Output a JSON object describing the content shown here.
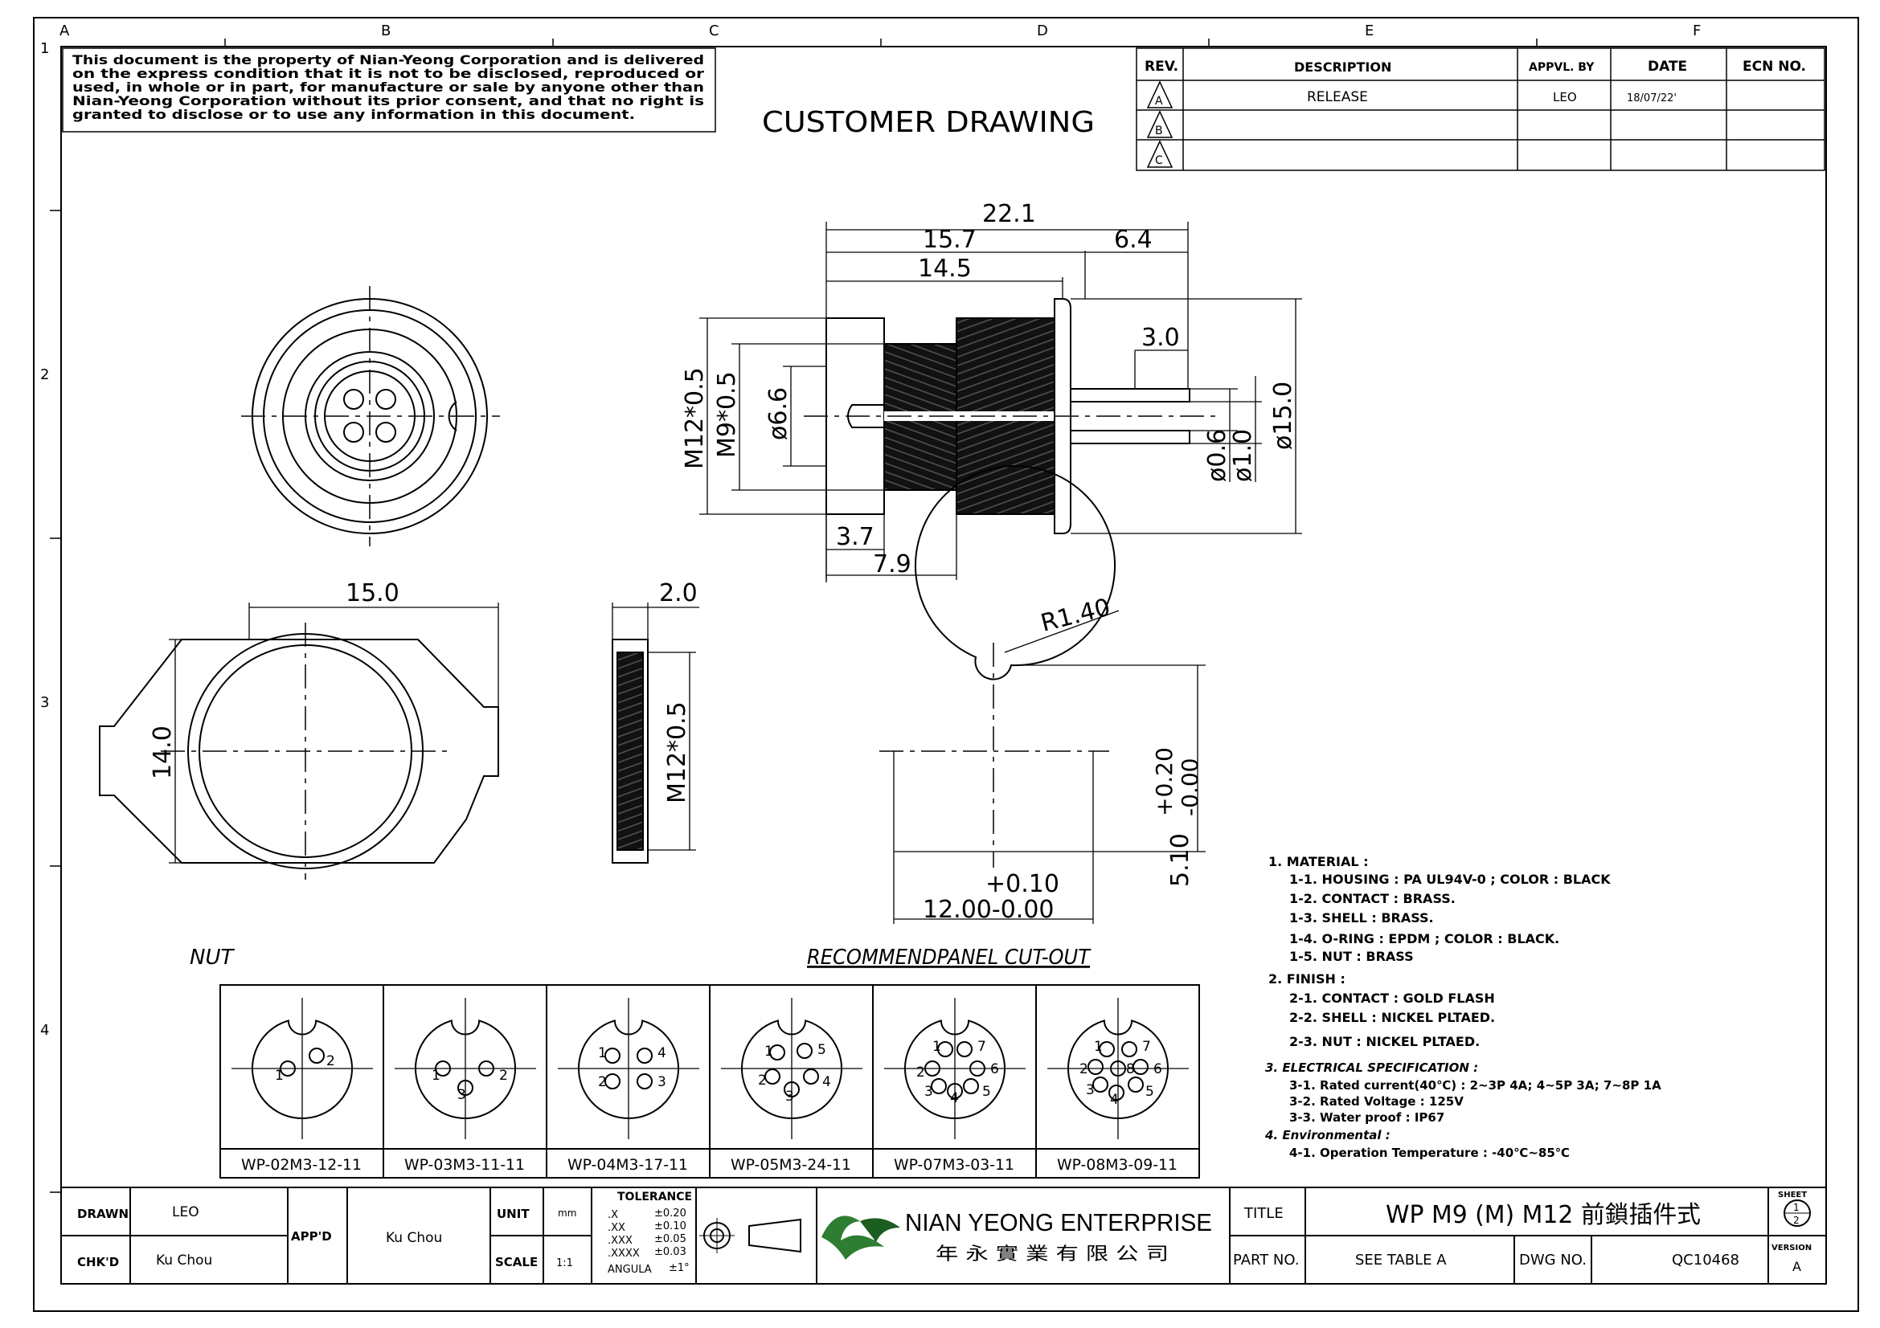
{
  "border": {
    "columns": [
      "A",
      "B",
      "C",
      "D",
      "E",
      "F"
    ],
    "rows": [
      "1",
      "2",
      "3",
      "4"
    ]
  },
  "notice": {
    "lines": [
      "This document is the property of Nian-Yeong Corporation and is delivered",
      "on  the   express condition that it is not to be disclosed, reproduced or",
      "used, in whole or in part, for manufacture or sale by anyone other than",
      "Nian-Yeong Corporation without  its prior consent, and that  no right  is",
      "granted to disclose or to use any information in this  document."
    ]
  },
  "drawing_title": "CUSTOMER  DRAWING",
  "revision_table": {
    "headers": [
      "REV.",
      "DESCRIPTION",
      "APPVL. BY",
      "DATE",
      "ECN NO."
    ],
    "rows": [
      {
        "rev": "A",
        "description": "RELEASE",
        "appvl": "LEO",
        "date": "18/07/22'",
        "ecn": ""
      },
      {
        "rev": "B",
        "description": "",
        "appvl": "",
        "date": "",
        "ecn": ""
      },
      {
        "rev": "C",
        "description": "",
        "appvl": "",
        "date": "",
        "ecn": ""
      }
    ]
  },
  "dimensions": {
    "side": {
      "d1": "22.1",
      "d2": "15.7",
      "d3": "6.4",
      "d4": "14.5",
      "d5": "3.0",
      "m12": "M12*0.5",
      "m9": "M9*0.5",
      "d66": "ø6.6",
      "d150": "ø15.0",
      "d06": "ø0.6",
      "d10": "ø1.0",
      "d37": "3.7",
      "d79": "7.9"
    },
    "nut": {
      "width": "15.0",
      "height": "14.0",
      "thick": "2.0",
      "thread": "M12*0.5"
    },
    "cutout": {
      "radius": "R1.40",
      "dia_tol": "+0.10",
      "dia": "12.00-0.00",
      "flat": "5.10",
      "flat_tol_plus": "+0.20",
      "flat_tol_minus": "-0.00"
    }
  },
  "labels": {
    "nut": "NUT",
    "cutout": "RECOMMENDPANEL CUT-OUT"
  },
  "pin_table": [
    {
      "part": "WP-02M3-12-11",
      "pins": [
        "1",
        "2"
      ]
    },
    {
      "part": "WP-03M3-11-11",
      "pins": [
        "1",
        "2",
        "3"
      ]
    },
    {
      "part": "WP-04M3-17-11",
      "pins": [
        "1",
        "2",
        "3",
        "4"
      ]
    },
    {
      "part": "WP-05M3-24-11",
      "pins": [
        "1",
        "2",
        "3",
        "4",
        "5"
      ]
    },
    {
      "part": "WP-07M3-03-11",
      "pins": [
        "1",
        "2",
        "3",
        "4",
        "5",
        "6",
        "7"
      ]
    },
    {
      "part": "WP-08M3-09-11",
      "pins": [
        "1",
        "2",
        "3",
        "4",
        "5",
        "6",
        "7",
        "8"
      ]
    }
  ],
  "notes": [
    "1. MATERIAL :",
    "1-1. HOUSING : PA UL94V-0 ; COLOR : BLACK",
    "1-2. CONTACT : BRASS.",
    "1-3. SHELL    : BRASS.",
    "1-4. O-RING : EPDM ; COLOR : BLACK.",
    "1-5. NUT : BRASS",
    "2. FINISH :",
    "2-1. CONTACT : GOLD FLASH",
    "2-2. SHELL   : NICKEL PLTAED.",
    "2-3. NUT : NICKEL PLTAED.",
    "3. ELECTRICAL SPECIFICATION :",
    "3-1. Rated current(40℃) : 2~3P 4A; 4~5P 3A; 7~8P 1A",
    "3-2. Rated Voltage : 125V",
    "3-3. Water proof : IP67",
    "4. Environmental :",
    "4-1. Operation Temperature : -40℃~85℃"
  ],
  "title_block": {
    "drawn_label": "DRAWN",
    "drawn": "LEO",
    "chkd_label": "CHK'D",
    "chkd": "Ku Chou",
    "appd_label": "APP'D",
    "appd": "Ku Chou",
    "unit_label": "UNIT",
    "unit": "mm",
    "scale_label": "SCALE",
    "scale": "1:1",
    "tolerance_label": "TOLERANCE",
    "tol_rows": [
      [
        ".X",
        "±0.20"
      ],
      [
        ".XX",
        "±0.10"
      ],
      [
        ".XXX",
        "±0.05"
      ],
      [
        ".XXXX",
        "±0.03"
      ],
      [
        "ANGULA",
        "±1°"
      ]
    ],
    "company": "NIAN YEONG ENTERPRISE",
    "company_cn": "年 永 實 業 有 限 公 司",
    "title_label": "TITLE",
    "title": "WP  M9  (M)    M12  前鎖插件式",
    "partno_label": "PART NO.",
    "partno": "SEE TABLE A",
    "dwgno_label": "DWG NO.",
    "dwgno": "QC10468",
    "sheet_label": "SHEET",
    "sheet_top": "1",
    "sheet_bottom": "2",
    "version_label": "VERSION",
    "version": "A"
  }
}
